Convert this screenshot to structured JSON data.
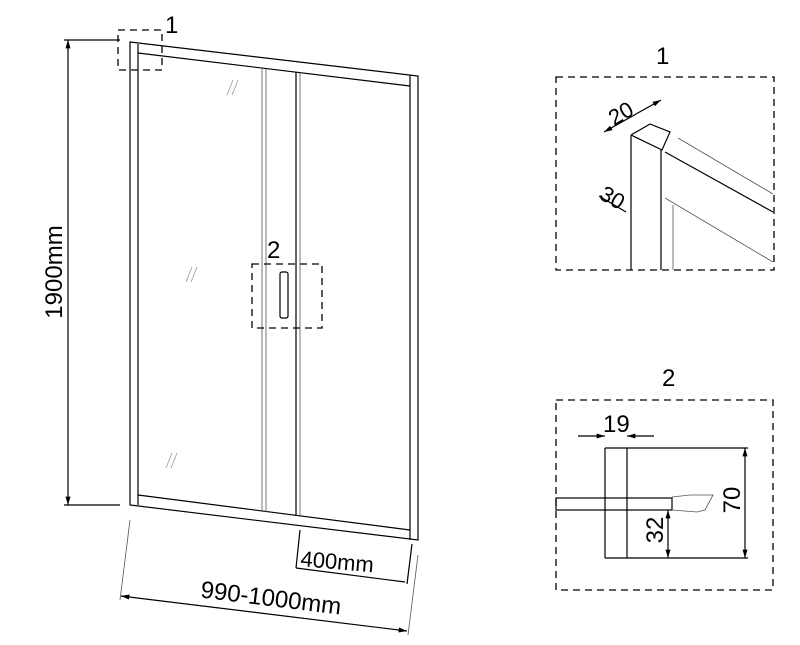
{
  "main_view": {
    "height_label": "1900mm",
    "width_label": "990-1000mm",
    "opening_label": "400mm",
    "callout_1": "1",
    "callout_2": "2"
  },
  "detail_1": {
    "title": "1",
    "dim_a": "20",
    "dim_b": "30"
  },
  "detail_2": {
    "title": "2",
    "dim_width": "19",
    "dim_height": "70",
    "dim_offset": "32"
  }
}
